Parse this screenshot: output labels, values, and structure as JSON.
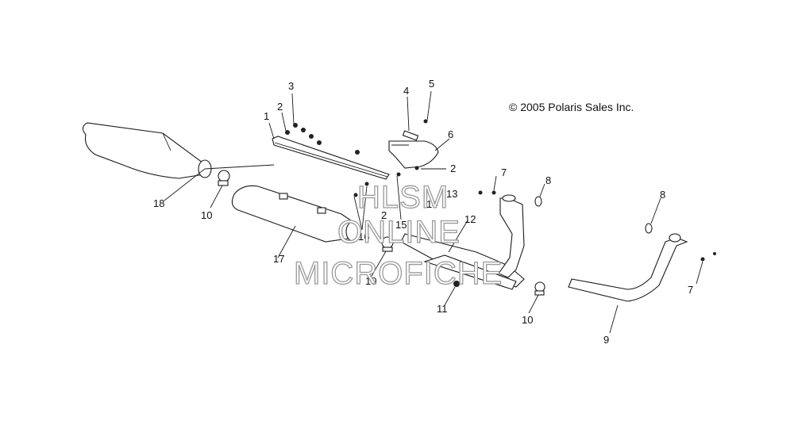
{
  "copyright": "© 2005 Polaris Sales Inc.",
  "watermark": {
    "line1": "HLSM",
    "line2": "ONLINE",
    "line3": "MICROFICHE"
  },
  "callouts": {
    "c1": "1",
    "c2a": "2",
    "c2b": "2",
    "c2c": "2",
    "c3": "3",
    "c4": "4",
    "c5": "5",
    "c6": "6",
    "c7a": "7",
    "c7b": "7",
    "c8a": "8",
    "c8b": "8",
    "c9": "9",
    "c10a": "10",
    "c10b": "10",
    "c10c": "10",
    "c11": "11",
    "c12": "12",
    "c13": "13",
    "c14": "14",
    "c15": "15",
    "c16": "16",
    "c17": "17",
    "c18": "18"
  }
}
